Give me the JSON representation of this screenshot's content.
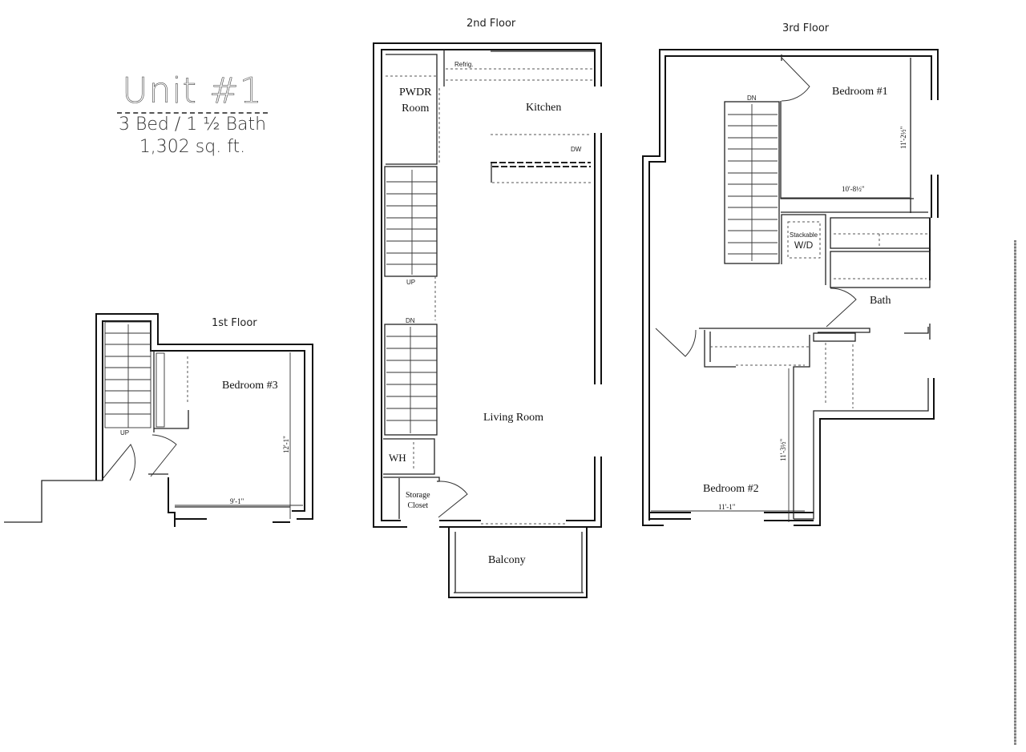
{
  "header": {
    "unit_title": "Unit #1",
    "beds_baths": "3 Bed / 1 ½ Bath",
    "area": "1,302 sq. ft."
  },
  "floors": {
    "first": {
      "title": "1st Floor",
      "rooms": {
        "bedroom3": "Bedroom #3"
      },
      "stairs_label": "UP",
      "dimensions": {
        "width": "9'-1\"",
        "height": "12'-1\""
      }
    },
    "second": {
      "title": "2nd Floor",
      "rooms": {
        "powder_room": "PWDR Room",
        "powder_room_line1": "PWDR",
        "powder_room_line2": "Room",
        "kitchen": "Kitchen",
        "living_room": "Living Room",
        "water_heater": "WH",
        "storage_closet_line1": "Storage",
        "storage_closet_line2": "Closet",
        "balcony": "Balcony"
      },
      "appliances": {
        "refrigerator": "Refrig.",
        "dishwasher": "DW"
      },
      "stairs_labels": {
        "up": "UP",
        "down": "DN"
      }
    },
    "third": {
      "title": "3rd Floor",
      "rooms": {
        "bedroom1": "Bedroom #1",
        "bedroom2": "Bedroom #2",
        "bath": "Bath",
        "washer_dryer_line1": "Stackable",
        "washer_dryer_line2": "W/D"
      },
      "stairs_label": "DN",
      "dimensions": {
        "bedroom1_width": "10'-8½\"",
        "bedroom1_height": "11'-2½\"",
        "bedroom2_width": "11'-1\"",
        "bedroom2_height": "11'-3½\""
      }
    }
  }
}
